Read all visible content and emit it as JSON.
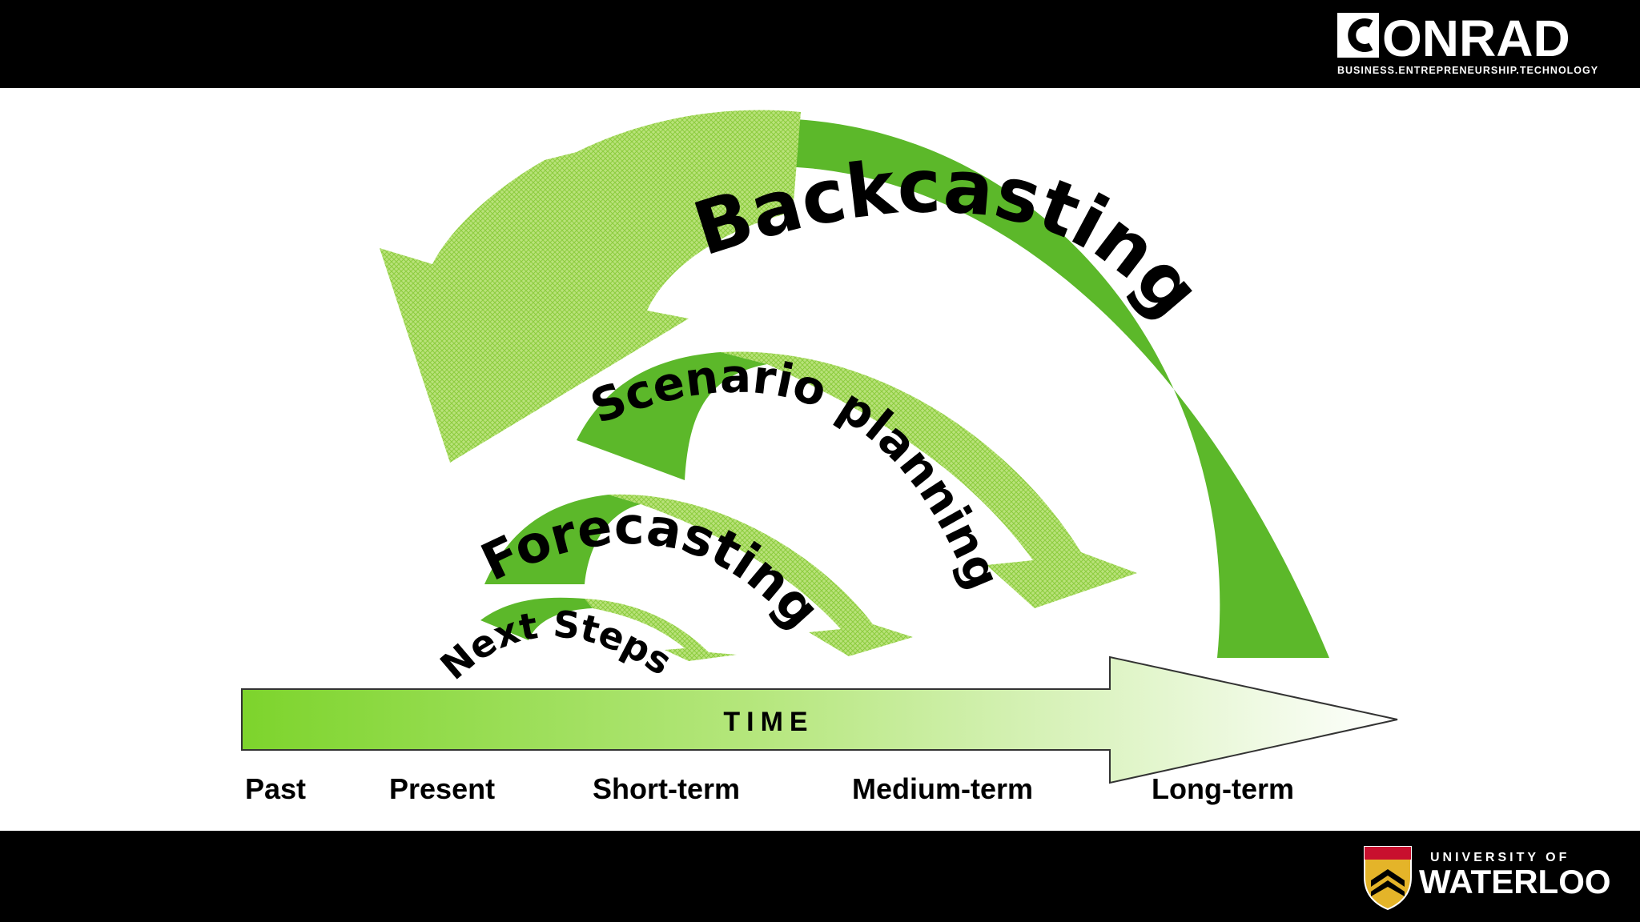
{
  "header": {
    "brand_logo": {
      "name": "CONRAD",
      "tagline": "BUSINESS.ENTREPRENEURSHIP.TECHNOLOGY",
      "icon": "conrad-logo-icon"
    }
  },
  "diagram": {
    "arcs": [
      {
        "label": "Backcasting",
        "color": "#5cb82a"
      },
      {
        "label": "Scenario planning",
        "color": "#5cb82a"
      },
      {
        "label": "Forecasting",
        "color": "#5cb82a"
      },
      {
        "label": "Next Steps",
        "color": "#5cb82a"
      }
    ],
    "time_arrow": {
      "label": "TIME",
      "gradient_start": "#7dd42c",
      "gradient_end": "#ffffff"
    },
    "timeline": [
      "Past",
      "Present",
      "Short-term",
      "Medium-term",
      "Long-term"
    ]
  },
  "footer": {
    "university_logo": {
      "line1": "UNIVERSITY OF",
      "line2": "WATERLOO",
      "icon": "waterloo-crest-icon"
    }
  }
}
